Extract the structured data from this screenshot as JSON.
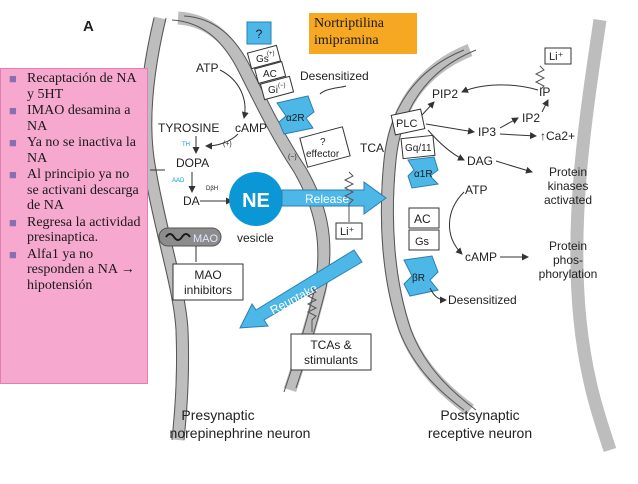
{
  "panel_letter": "A",
  "note": {
    "line1": "Nortriptilina",
    "line2": "imipramina"
  },
  "bullets": [
    "Recaptación de NA y 5HT",
    "IMAO desamina a NA",
    "Ya no se inactiva la NA",
    "Al principio ya no se activani descarga de NA",
    "Regresa la actividad presinaptica.",
    "Alfa1 ya no responden a NA → hipotensión"
  ],
  "labels": {
    "question": "?",
    "atp_pre": "ATP",
    "gs": "Gs",
    "gs_sup": "(+)",
    "ac_pre": "AC",
    "gi": "Gi",
    "gi_sup": "(−)",
    "camp_pre": "cAMP",
    "tyrosine": "TYROSINE",
    "th": "TH",
    "plus": "(+)",
    "minus": "(−)",
    "dopa": "DOPA",
    "aad": "AAD",
    "dbh": "DβH",
    "da": "DA",
    "ne": "NE",
    "vesicle": "vesicle",
    "mao": "MAO",
    "mao_inhibitors_1": "MAO",
    "mao_inhibitors_2": "inhibitors",
    "alpha2r": "α2R",
    "effector_q": "?",
    "effector": "effector",
    "desensitized_top": "Desensitized",
    "release": "Release",
    "li_pre": "Li⁺",
    "reuptake": "Reuptake",
    "tcas_1": "TCAs &",
    "tcas_2": "stimulants",
    "tca_left": "TCA",
    "plc": "PLC",
    "gq11": "Gq/11",
    "alpha1r": "α1R",
    "pip2": "PIP2",
    "ip": "IP",
    "ip2": "IP2",
    "ip3": "IP3",
    "ca": "↑Ca2+",
    "li_post": "Li⁺",
    "dag": "DAG",
    "pkc_1": "Protein",
    "pkc_2": "kinases",
    "pkc_3": "activated",
    "atp_post": "ATP",
    "ac_post": "AC",
    "gs_post": "Gs",
    "camp_post": "cAMP",
    "prot_1": "Protein",
    "prot_2": "phos-",
    "prot_3": "phorylation",
    "beta_r": "βR",
    "desensitized_bottom": "Desensitized",
    "presynaptic_1": "Presynaptic",
    "presynaptic_2": "norepinephrine neuron",
    "postsynaptic_1": "Postsynaptic",
    "postsynaptic_2": "receptive neuron"
  },
  "colors": {
    "receptor": "#4db8e8",
    "ne_blue": "#0b97d6",
    "membrane": "#bdbdbd",
    "pink": "#f7a8cf",
    "orange": "#f7a823",
    "purple": "#8a6fb0"
  }
}
